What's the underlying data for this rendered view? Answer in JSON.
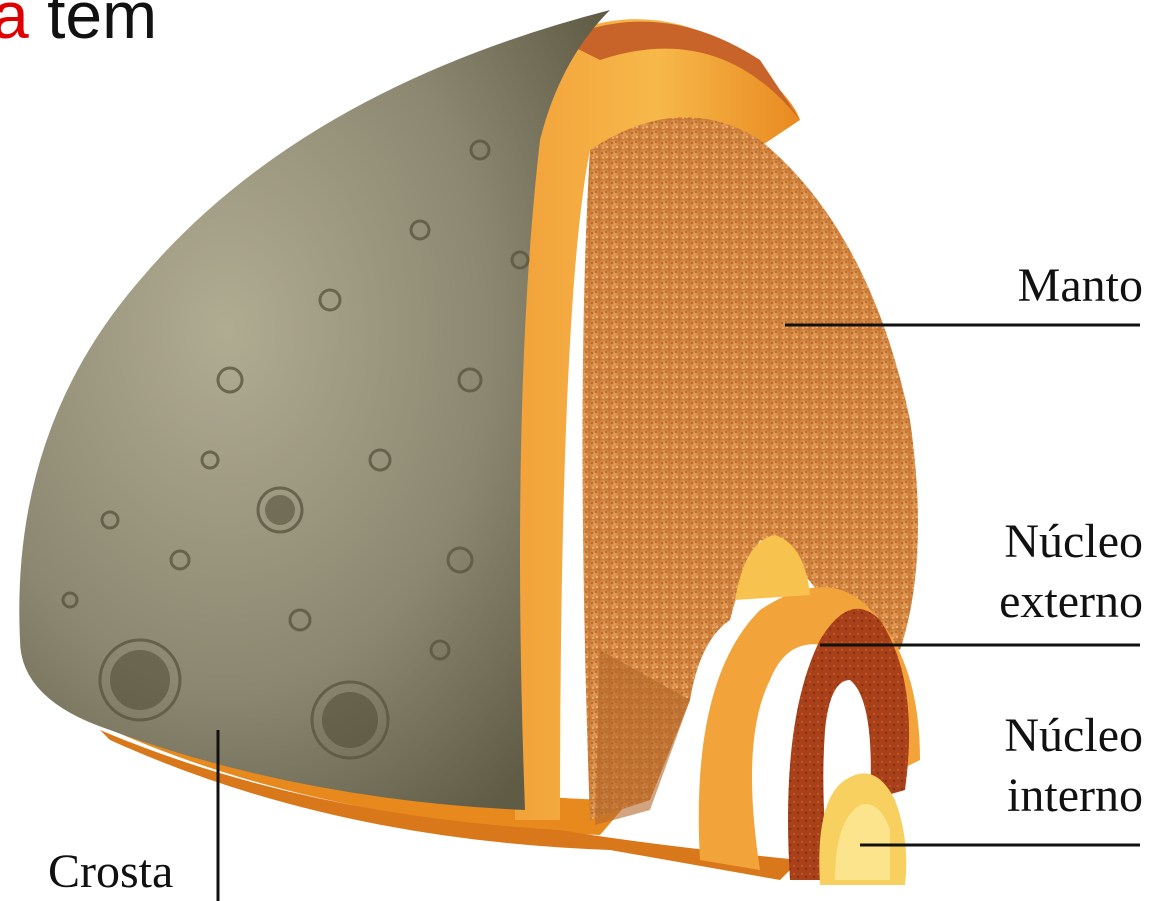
{
  "heading": {
    "partial_highlight": "a",
    "partial_text": "tem"
  },
  "diagram": {
    "labels": {
      "manto": "Manto",
      "nucleo_externo_1": "Núcleo",
      "nucleo_externo_2": "externo",
      "nucleo_interno_1": "Núcleo",
      "nucleo_interno_2": "interno",
      "crosta": "Crosta"
    },
    "colors": {
      "crust_surface": "#8c8770",
      "crust_band": "#e8891e",
      "mantle": "#d68a3a",
      "outer_core": "#a8401a",
      "inner_core": "#f8d060",
      "leader_lines": "#111111"
    }
  }
}
